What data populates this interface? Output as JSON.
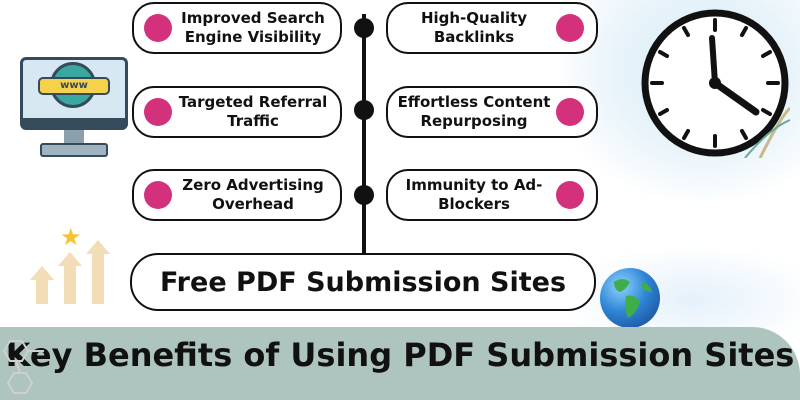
{
  "banner": {
    "title": "Key Benefits of Using PDF Submission Sites"
  },
  "center": {
    "title": "Free PDF Submission Sites"
  },
  "benefits_left": [
    {
      "label": "Improved Search Engine Visibility"
    },
    {
      "label": "Targeted Referral Traffic"
    },
    {
      "label": "Zero Advertising Overhead"
    }
  ],
  "benefits_right": [
    {
      "label": "High-Quality Backlinks"
    },
    {
      "label": "Effortless Content Repurposing"
    },
    {
      "label": "Immunity to Ad-Blockers"
    }
  ],
  "computer_icon": {
    "label": "www"
  },
  "icons": [
    "computer-www-icon",
    "growth-arrows-icon",
    "star-icon",
    "clock-icon",
    "earth-globe-icon",
    "molecule-icon"
  ],
  "colors": {
    "accent": "#d4317c",
    "banner": "#aec4bf",
    "stroke": "#111111"
  }
}
